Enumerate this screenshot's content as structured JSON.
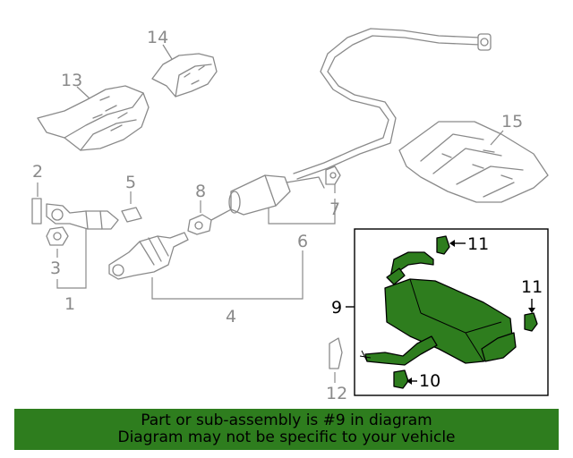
{
  "callouts": {
    "c1": "1",
    "c2": "2",
    "c3": "3",
    "c4": "4",
    "c5": "5",
    "c6": "6",
    "c7": "7",
    "c8": "8",
    "c9": "9",
    "c10": "10",
    "c11a": "11",
    "c11b": "11",
    "c12": "12",
    "c13": "13",
    "c14": "14",
    "c15": "15"
  },
  "highlight_color": "#2e7d1e",
  "banner": {
    "line1": "Part or sub-assembly is #9 in diagram",
    "line2": "Diagram may not be specific to your vehicle"
  }
}
